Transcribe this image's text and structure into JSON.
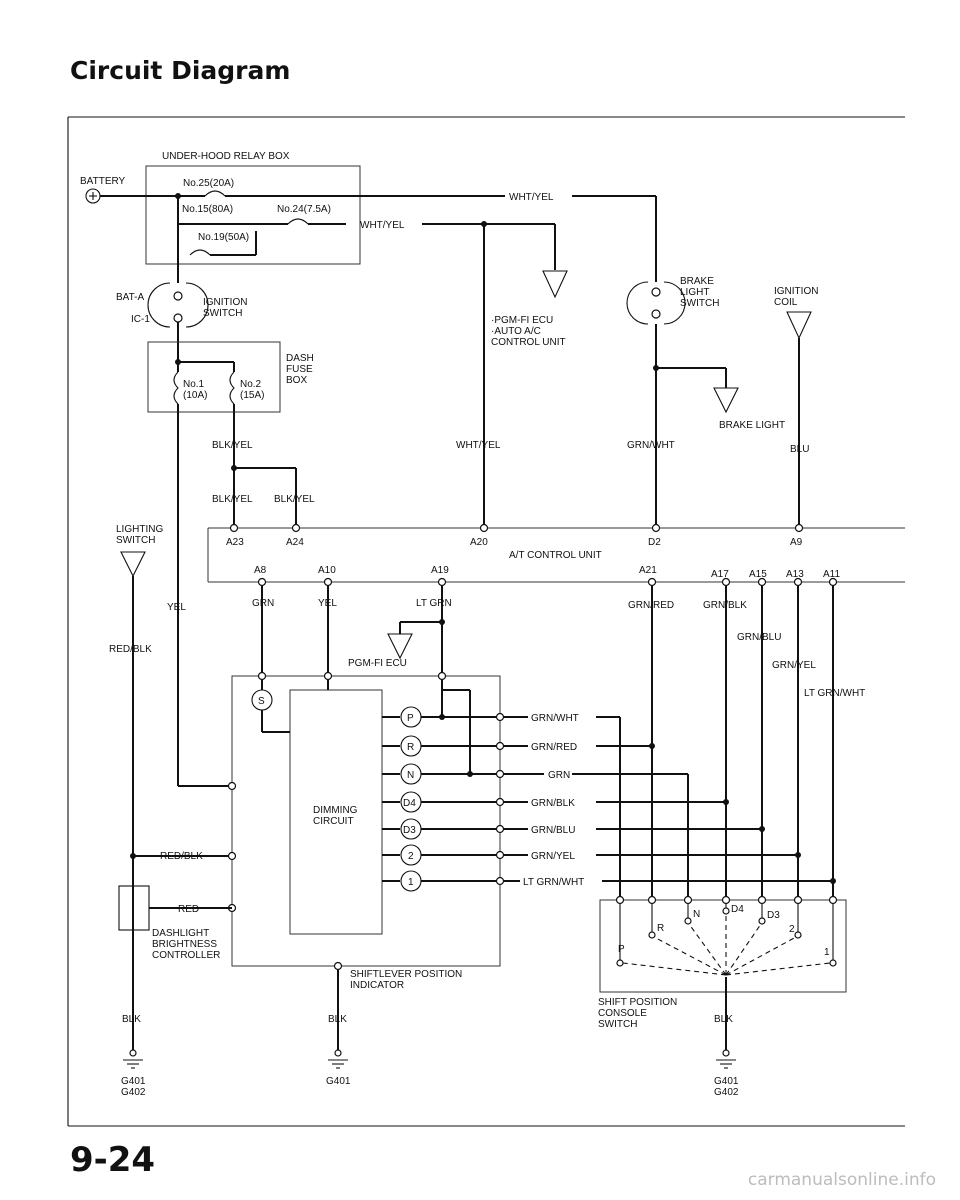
{
  "header": {
    "title": "Circuit Diagram"
  },
  "footer": {
    "page_number": "9-24",
    "watermark": "carmanualsonline.info"
  },
  "diagram": {
    "power": {
      "battery": "BATTERY",
      "relay_box": "UNDER-HOOD RELAY BOX",
      "fuse_25": "No.25(20A)",
      "fuse_15": "No.15(80A)",
      "fuse_24": "No.24(7.5A)",
      "fuse_19": "No.19(50A)",
      "bat_a": "BAT-A",
      "ig_1": "IC-1",
      "ignition_switch": [
        "IGNITION",
        "SWITCH"
      ],
      "dash_box": [
        "DASH",
        "FUSE",
        "BOX"
      ],
      "dash_fuse1": [
        "No.1",
        "(10A)"
      ],
      "dash_fuse2": [
        "No.2",
        "(15A)"
      ],
      "ecu_note": [
        "·PGM-FI ECU",
        "·AUTO A/C",
        "CONTROL UNIT"
      ],
      "brake_switch": [
        "BRAKE",
        "LIGHT",
        "SWITCH"
      ],
      "ignition_coil": [
        "IGNITION",
        "COIL"
      ],
      "brake_light": "BRAKE LIGHT",
      "lighting_switch": [
        "LIGHTING",
        "SWITCH"
      ]
    },
    "wires": {
      "wht_yel": "WHT/YEL",
      "blk_yel": "BLK/YEL",
      "grn_wht": "GRN/WHT",
      "blu": "BLU",
      "yel": "YEL",
      "red_blk": "RED/BLK",
      "grn": "GRN",
      "lt_grn": "LT GRN",
      "grn_red": "GRN/RED",
      "grn_blk": "GRN/BLK",
      "grn_blu": "GRN/BLU",
      "grn_yel": "GRN/YEL",
      "lt_grn_wht": "LT GRN/WHT",
      "red": "RED",
      "blk": "BLK"
    },
    "control_unit": {
      "label": "A/T CONTROL UNIT",
      "top_pins": [
        "A23",
        "A24",
        "A20",
        "D2",
        "A9"
      ],
      "bottom_pins": [
        "A8",
        "A10",
        "A19",
        "A21",
        "A17",
        "A15",
        "A13",
        "A11"
      ],
      "pgm_fi": "PGM-FI ECU"
    },
    "indicator": {
      "dimming": [
        "DIMMING",
        "CIRCUIT"
      ],
      "position_labels": [
        "P",
        "R",
        "N",
        "D4",
        "D3",
        "2",
        "1"
      ],
      "s_label": "S",
      "shiftlever": [
        "SHIFTLEVER POSITION",
        "INDICATOR"
      ],
      "dashlight": [
        "DASHLIGHT",
        "BRIGHTNESS",
        "CONTROLLER"
      ]
    },
    "console_switch": {
      "label": [
        "SHIFT POSITION",
        "CONSOLE",
        "SWITCH"
      ],
      "positions": [
        "P",
        "R",
        "N",
        "D4",
        "D3",
        "2",
        "1"
      ]
    },
    "grounds": {
      "left": [
        "G401",
        "G402"
      ],
      "middle": [
        "G401"
      ],
      "right": [
        "G401",
        "G402"
      ]
    }
  }
}
